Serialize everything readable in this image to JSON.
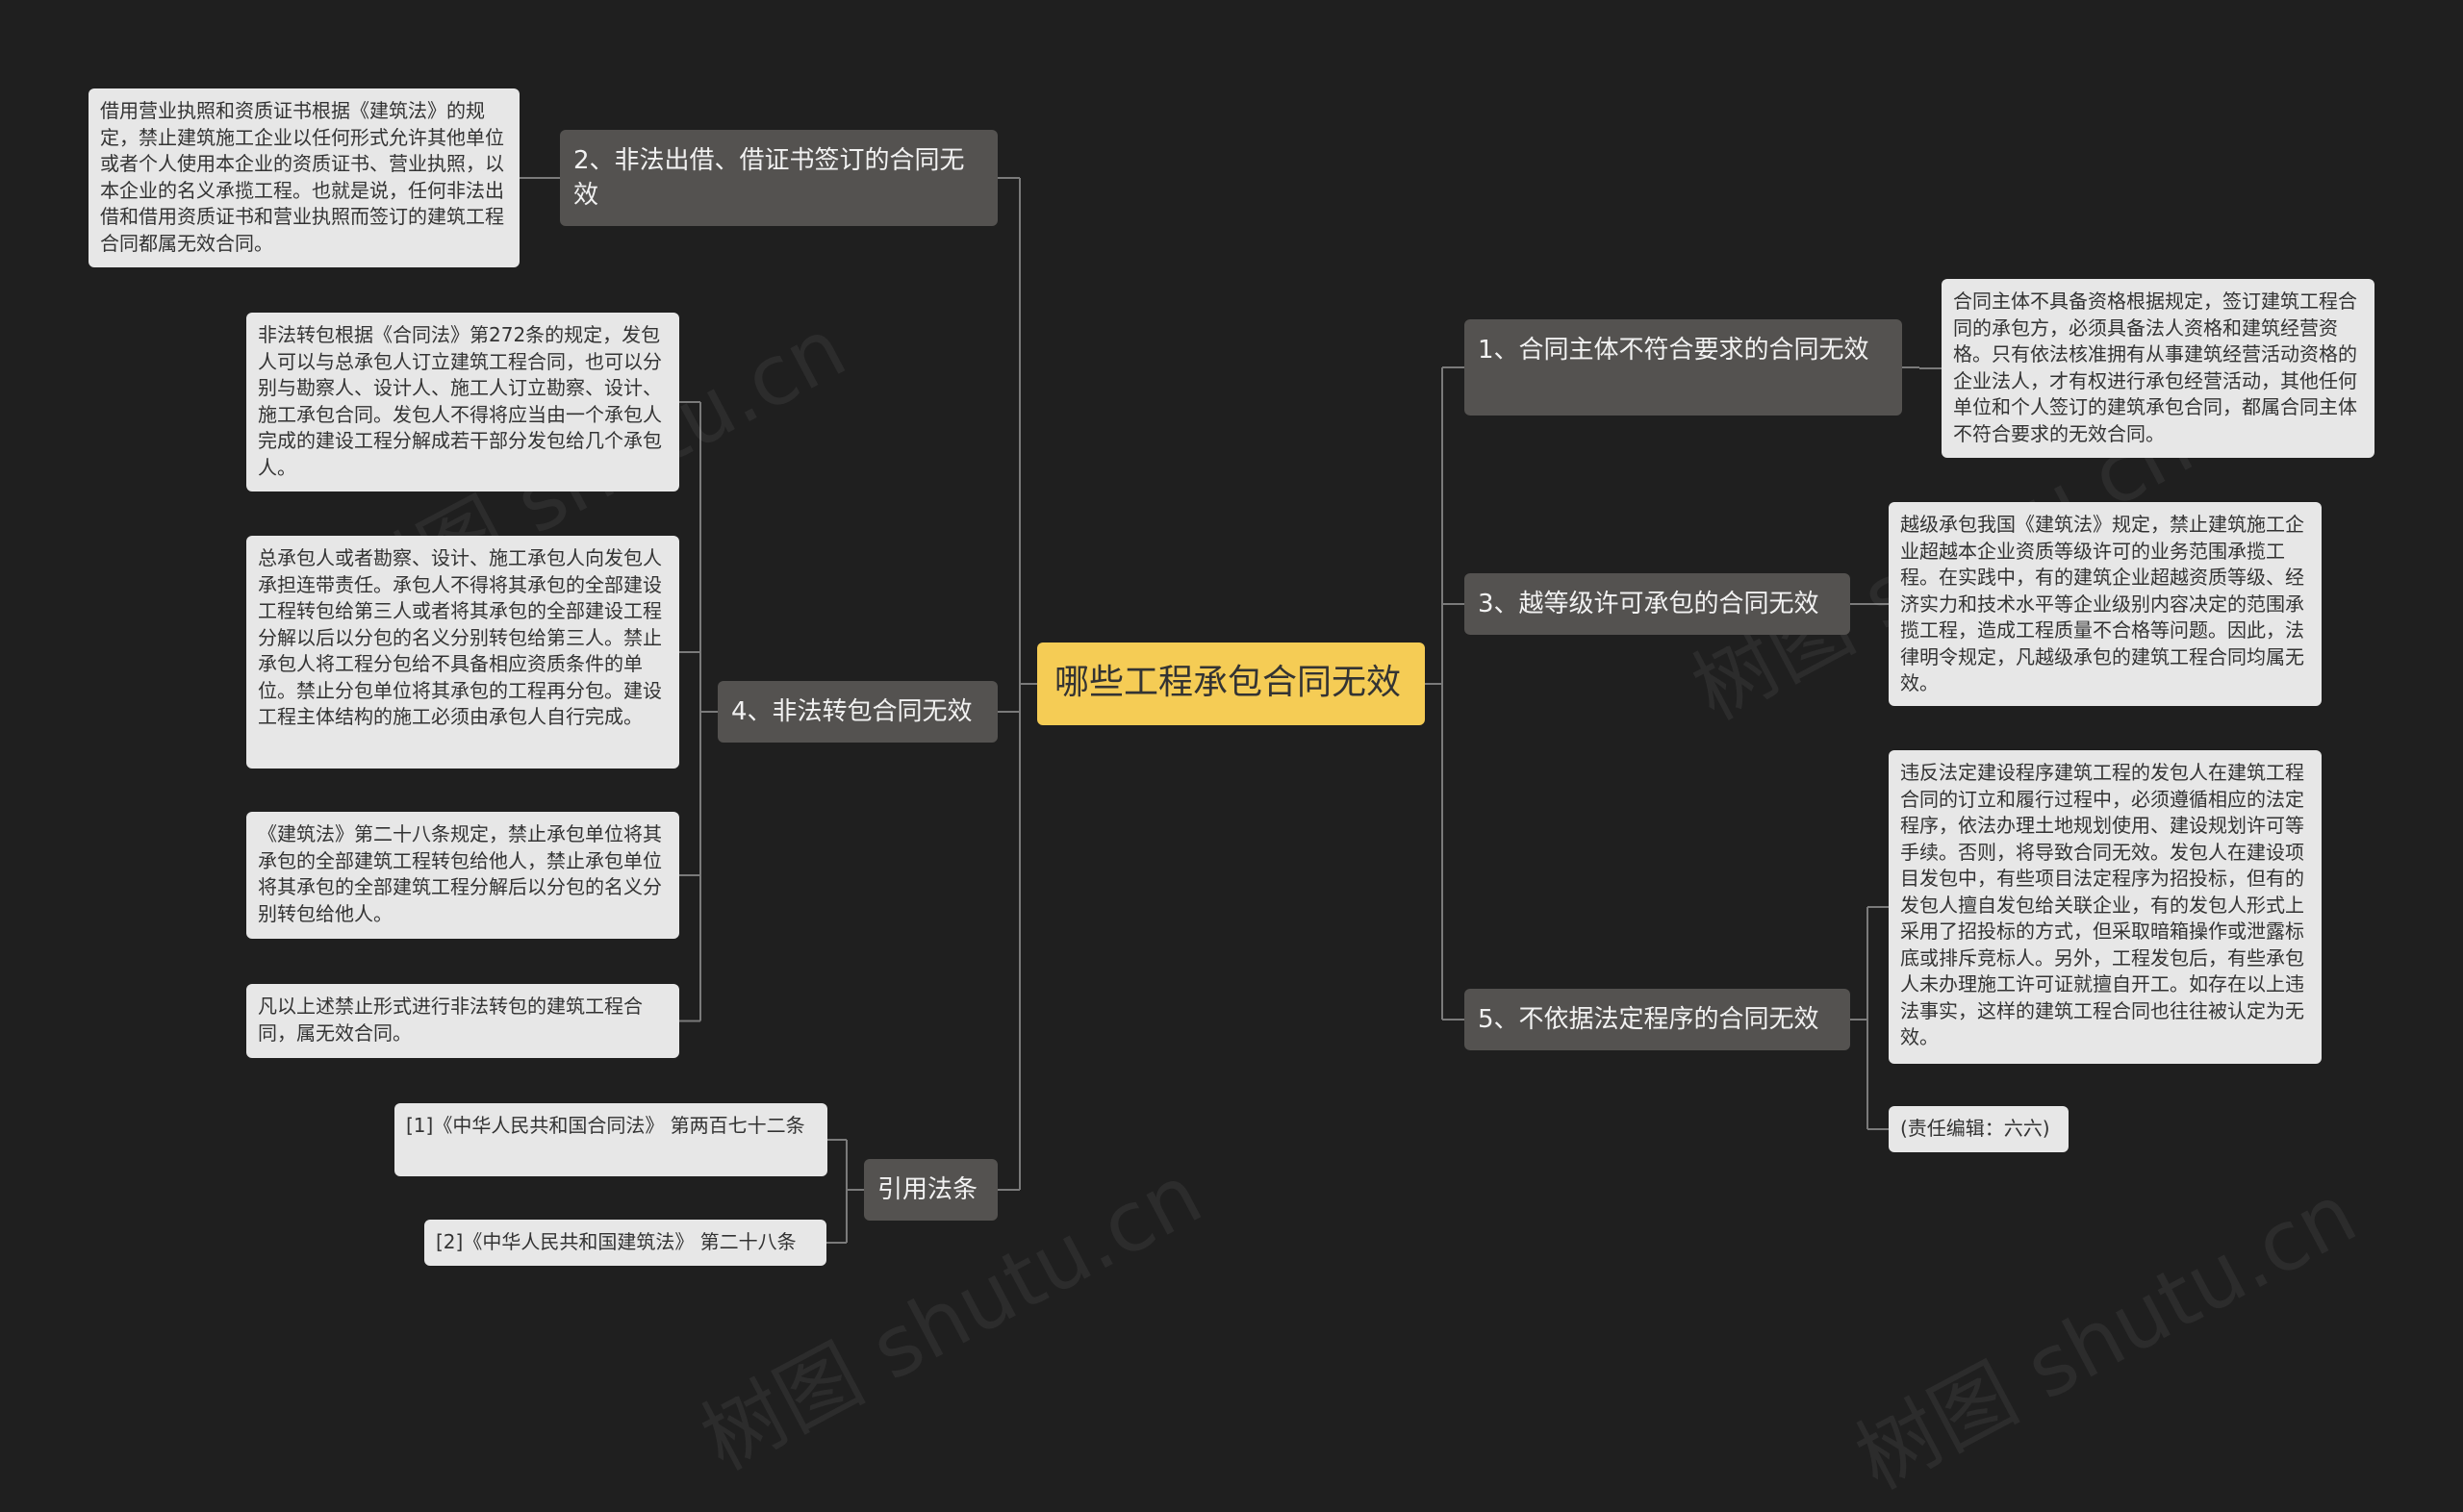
{
  "colors": {
    "background": "#1f1f1f",
    "root_fill": "#f5cc55",
    "branch_fill": "#545250",
    "leaf_fill": "#e7e7e7",
    "connector": "#7a7a7a"
  },
  "root": {
    "label": "哪些工程承包合同无效"
  },
  "branches": {
    "b2": {
      "label": "2、非法出借、借证书签订的合同无效"
    },
    "b4": {
      "label": "4、非法转包合同无效"
    },
    "cite": {
      "label": "引用法条"
    },
    "b1": {
      "label": "1、合同主体不符合要求的合同无效"
    },
    "b3": {
      "label": "3、越等级许可承包的合同无效"
    },
    "b5": {
      "label": "5、不依据法定程序的合同无效"
    }
  },
  "leaves": {
    "b2_1": {
      "text": "借用营业执照和资质证书根据《建筑法》的规定，禁止建筑施工企业以任何形式允许其他单位或者个人使用本企业的资质证书、营业执照，以本企业的名义承揽工程。也就是说，任何非法出借和借用资质证书和营业执照而签订的建筑工程合同都属无效合同。"
    },
    "b4_1": {
      "text": "非法转包根据《合同法》第272条的规定，发包人可以与总承包人订立建筑工程合同，也可以分别与勘察人、设计人、施工人订立勘察、设计、施工承包合同。发包人不得将应当由一个承包人完成的建设工程分解成若干部分发包给几个承包人。"
    },
    "b4_2": {
      "text": "总承包人或者勘察、设计、施工承包人向发包人承担连带责任。承包人不得将其承包的全部建设工程转包给第三人或者将其承包的全部建设工程分解以后以分包的名义分别转包给第三人。禁止承包人将工程分包给不具备相应资质条件的单位。禁止分包单位将其承包的工程再分包。建设工程主体结构的施工必须由承包人自行完成。"
    },
    "b4_3": {
      "text": "《建筑法》第二十八条规定，禁止承包单位将其承包的全部建筑工程转包给他人，禁止承包单位将其承包的全部建筑工程分解后以分包的名义分别转包给他人。"
    },
    "b4_4": {
      "text": "凡以上述禁止形式进行非法转包的建筑工程合同，属无效合同。"
    },
    "cite_1": {
      "text": "[1]《中华人民共和国合同法》 第两百七十二条"
    },
    "cite_2": {
      "text": "[2]《中华人民共和国建筑法》 第二十八条"
    },
    "b1_1": {
      "text": "合同主体不具备资格根据规定，签订建筑工程合同的承包方，必须具备法人资格和建筑经营资格。只有依法核准拥有从事建筑经营活动资格的企业法人，才有权进行承包经营活动，其他任何单位和个人签订的建筑承包合同，都属合同主体不符合要求的无效合同。"
    },
    "b3_1": {
      "text": "越级承包我国《建筑法》规定，禁止建筑施工企业超越本企业资质等级许可的业务范围承揽工程。在实践中，有的建筑企业超越资质等级、经济实力和技术水平等企业级别内容决定的范围承揽工程，造成工程质量不合格等问题。因此，法律明令规定，凡越级承包的建筑工程合同均属无效。"
    },
    "b5_1": {
      "text": "违反法定建设程序建筑工程的发包人在建筑工程合同的订立和履行过程中，必须遵循相应的法定程序，依法办理土地规划使用、建设规划许可等手续。否则，将导致合同无效。发包人在建设项目发包中，有些项目法定程序为招投标，但有的发包人擅自发包给关联企业，有的发包人形式上采用了招投标的方式，但采取暗箱操作或泄露标底或排斥竞标人。另外，工程发包后，有些承包人未办理施工许可证就擅自开工。如存在以上违法事实，这样的建筑工程合同也往往被认定为无效。"
    },
    "b5_2": {
      "text": "(责任编辑：六六)"
    }
  }
}
